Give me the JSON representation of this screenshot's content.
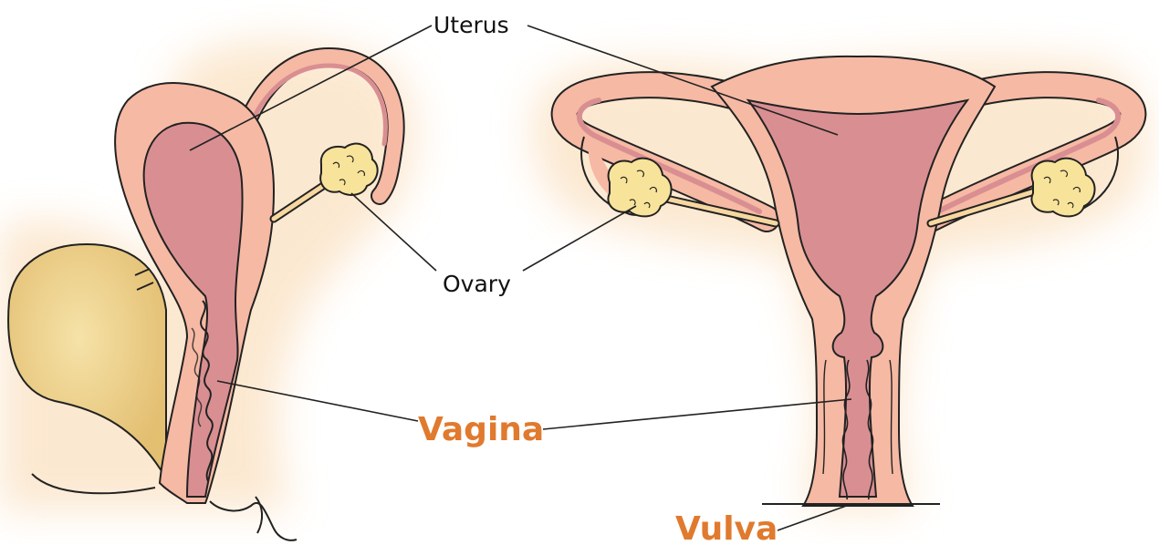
{
  "labels": {
    "uterus": "Uterus",
    "ovary": "Ovary",
    "vagina": "Vagina",
    "vulva": "Vulva"
  },
  "colors": {
    "glow": "#fbe4c8",
    "outer_wall": "#f6b9a4",
    "inner_tissue": "#d98f92",
    "ovary_fill": "#f8e39a",
    "bladder_fill": "#e9c77e",
    "outline": "#222222",
    "accent_label": "#e07a2e"
  }
}
